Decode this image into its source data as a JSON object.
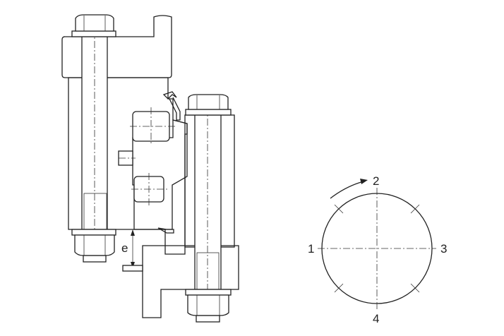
{
  "drawing": {
    "type": "engineering cross-section",
    "subject": "slewing bearing bolted assembly with axial clearance measurement",
    "dimension_label": "e",
    "position_diagram": {
      "labels": [
        "1",
        "2",
        "3",
        "4"
      ],
      "rotation_arrow": "clockwise toward 2"
    }
  },
  "colors": {
    "line": "#222222",
    "background": "#ffffff"
  }
}
